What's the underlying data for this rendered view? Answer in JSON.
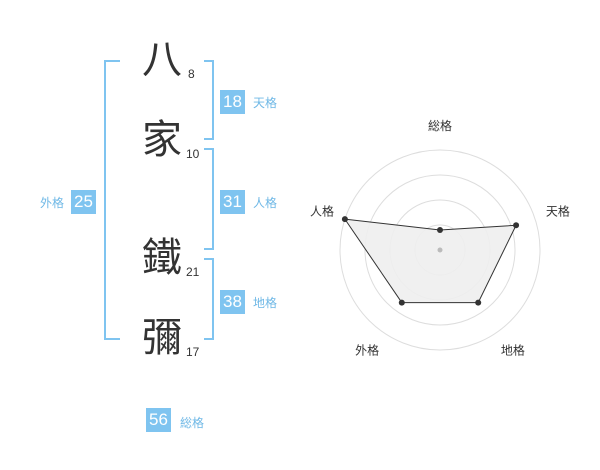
{
  "name": {
    "characters": [
      {
        "char": "八",
        "strokes": "8"
      },
      {
        "char": "家",
        "strokes": "10"
      },
      {
        "char": "鐵",
        "strokes": "21"
      },
      {
        "char": "彌",
        "strokes": "17"
      }
    ]
  },
  "fortune": {
    "tenkaku": {
      "value": "18",
      "label": "天格"
    },
    "jinkaku": {
      "value": "31",
      "label": "人格"
    },
    "chikaku": {
      "value": "38",
      "label": "地格"
    },
    "gaikaku": {
      "value": "25",
      "label": "外格"
    },
    "soukaku": {
      "value": "56",
      "label": "総格"
    }
  },
  "chart_data": {
    "type": "radar",
    "axes": [
      "総格",
      "天格",
      "地格",
      "外格",
      "人格"
    ],
    "values": [
      0.2,
      0.8,
      0.65,
      0.65,
      1.0
    ],
    "range": [
      0,
      1
    ],
    "rings": 4,
    "colors": {
      "fill": "#eeeeee",
      "line": "#333333",
      "grid": "#dddddd",
      "accent": "#7fc4f0"
    }
  }
}
